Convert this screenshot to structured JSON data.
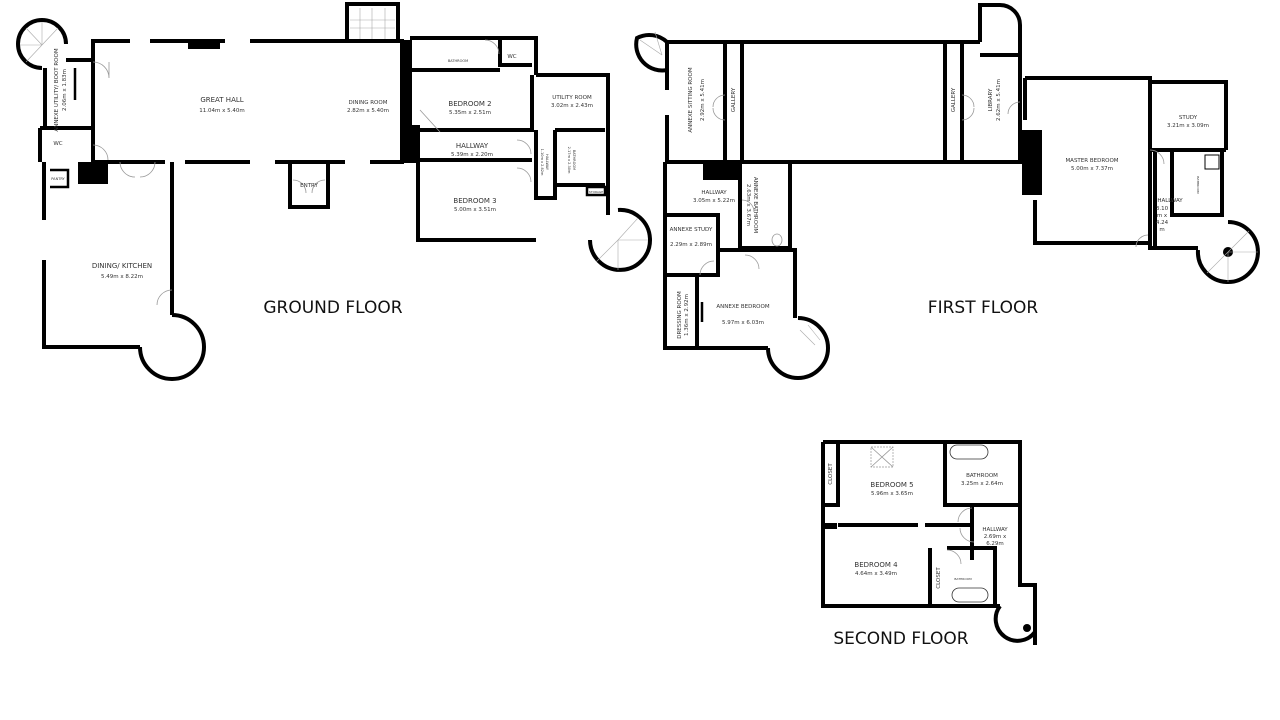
{
  "floors": {
    "ground": {
      "label": "GROUND FLOOR",
      "rooms": {
        "great_hall": {
          "name": "GREAT HALL",
          "size": "11.04m x 5.40m"
        },
        "dining_room": {
          "name": "DINING ROOM",
          "size": "2.82m x 5.40m"
        },
        "annexe_utility": {
          "name": "ANNEXE UTILITY/ BOOT ROOM",
          "size": "2.06m x 1.83m"
        },
        "wc": {
          "name": "WC"
        },
        "pantry": {
          "name": "PANTRY"
        },
        "entry": {
          "name": "ENTRY"
        },
        "dining_kitchen": {
          "name": "DINING/ KITCHEN",
          "size": "5.49m x 8.22m"
        },
        "bathroom": {
          "name": "BATHROOM"
        },
        "wc2": {
          "name": "WC"
        },
        "bedroom2": {
          "name": "BEDROOM 2",
          "size": "5.35m x 2.51m"
        },
        "hallway": {
          "name": "HALLWAY",
          "size": "5.39m x 2.20m"
        },
        "bedroom3": {
          "name": "BEDROOM 3",
          "size": "5.00m x 3.51m"
        },
        "utility": {
          "name": "UTILITY ROOM",
          "size": "3.02m x 2.43m"
        },
        "hallway2": {
          "name": "HALLWAY",
          "size": "1.10m x 2.82m"
        },
        "bathroom2": {
          "name": "BATHROOM",
          "size": "2.17m x 2.30m"
        },
        "storage": {
          "name": "STORAGE"
        }
      }
    },
    "first": {
      "label": "FIRST FLOOR",
      "rooms": {
        "annexe_sitting": {
          "name": "ANNEXE SITTING ROOM",
          "size": "2.92m x 5.41m"
        },
        "gallery1": {
          "name": "GALLERY"
        },
        "gallery2": {
          "name": "GALLERY"
        },
        "library": {
          "name": "LIBRARY",
          "size": "2.62m x 5.41m"
        },
        "hallway": {
          "name": "HALLWAY",
          "size": "3.05m x 5.22m"
        },
        "annexe_bathroom": {
          "name": "ANNEXE BATHROOM",
          "size": "2.63m x 3.67m"
        },
        "annexe_study": {
          "name": "ANNEXE STUDY",
          "size": "2.29m x 2.89m"
        },
        "dressing_room": {
          "name": "DRESSING ROOM",
          "size": "1.36m x 2.92m"
        },
        "annexe_bedroom": {
          "name": "ANNEXE BEDROOM",
          "size": "5.97m x 6.03m"
        },
        "master_bedroom": {
          "name": "MASTER BEDROOM",
          "size": "5.00m x 7.37m"
        },
        "study": {
          "name": "STUDY",
          "size": "3.21m x 3.09m"
        },
        "hallway2": {
          "name": "HALLWAY",
          "size1": "3.10",
          "size2": "m x",
          "size3": "4.24",
          "size4": "m"
        },
        "bathroom": {
          "name": "BATHROOM"
        }
      }
    },
    "second": {
      "label": "SECOND FLOOR",
      "rooms": {
        "closet1": {
          "name": "CLOSET"
        },
        "bedroom5": {
          "name": "BEDROOM 5",
          "size": "5.96m x 3.65m"
        },
        "bathroom": {
          "name": "BATHROOM",
          "size": "3.25m x 2.64m"
        },
        "hallway": {
          "name": "HALLWAY",
          "size1": "2.69m x",
          "size2": "6.29m"
        },
        "bedroom4": {
          "name": "BEDROOM 4",
          "size": "4.64m x 3.49m"
        },
        "closet2": {
          "name": "CLOSET"
        },
        "bathroom2": {
          "name": "BATHROOM"
        }
      }
    }
  }
}
